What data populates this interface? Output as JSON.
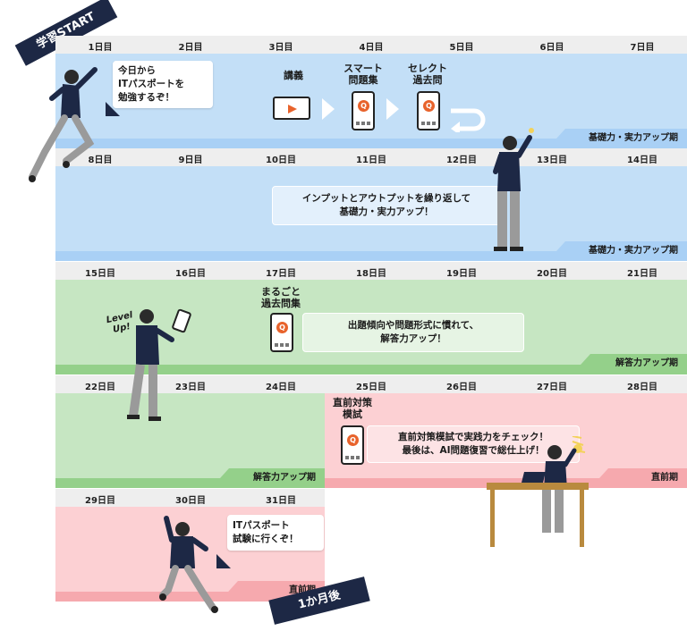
{
  "start_tag": "学習START",
  "end_tag": "1か月後",
  "weeks": [
    {
      "days": [
        "1日目",
        "2日目",
        "3日目",
        "4日目",
        "5日目",
        "6日目",
        "7日目"
      ]
    },
    {
      "days": [
        "8日目",
        "9日目",
        "10日目",
        "11日目",
        "12日目",
        "13日目",
        "14日目"
      ]
    },
    {
      "days": [
        "15日目",
        "16日目",
        "17日目",
        "18日目",
        "19日目",
        "20日目",
        "21日目"
      ]
    },
    {
      "days": [
        "22日目",
        "23日目",
        "24日目",
        "25日目",
        "26日目",
        "27日目",
        "28日目"
      ]
    },
    {
      "days": [
        "29日目",
        "30日目",
        "31日目"
      ]
    }
  ],
  "phases": {
    "basic": "基礎力・実力アップ期",
    "answer": "解答力アップ期",
    "final": "直前期"
  },
  "bubbles": {
    "start": "今日から\nITパスポートを\n勉強するぞ！",
    "week2": "インプットとアウトプットを繰り返して\n基礎力・実力アップ！",
    "week3": "出題傾向や問題形式に慣れて、\n解答力アップ！",
    "week4": "直前対策模試で実践力をチェック！\n最後は、AI問題復習で総仕上げ！",
    "exam": "ITパスポート\n試験に行くぞ！"
  },
  "items": {
    "lecture": "講義",
    "smart": "スマート\n問題集",
    "select": "セレクト\n過去問",
    "marugoto": "まるごと\n過去問集",
    "mock": "直前対策\n模試"
  },
  "icon_letter": "Q",
  "levelup": "Level\nUp!",
  "colors": {
    "navy": "#1d2845",
    "blue_band": "#c3dff7",
    "green_band": "#c6e6c2",
    "pink_band": "#fcd0d3",
    "icon_orange": "#e8632c"
  }
}
